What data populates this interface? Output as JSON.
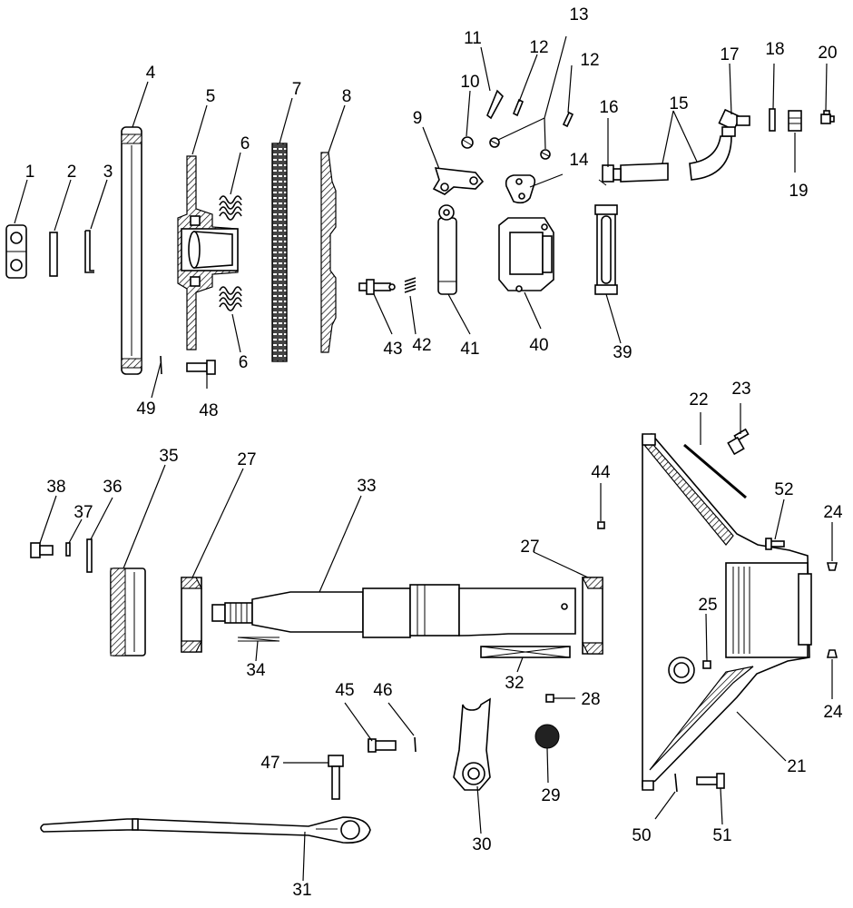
{
  "callouts": [
    "1",
    "2",
    "3",
    "4",
    "5",
    "6",
    "7",
    "8",
    "9",
    "10",
    "11",
    "12",
    "13",
    "14",
    "15",
    "16",
    "17",
    "18",
    "19",
    "20",
    "21",
    "22",
    "23",
    "24",
    "25",
    "27",
    "28",
    "29",
    "30",
    "31",
    "32",
    "33",
    "34",
    "35",
    "36",
    "37",
    "38",
    "39",
    "40",
    "41",
    "42",
    "43",
    "44",
    "45",
    "46",
    "47",
    "48",
    "49",
    "50",
    "51",
    "52"
  ]
}
